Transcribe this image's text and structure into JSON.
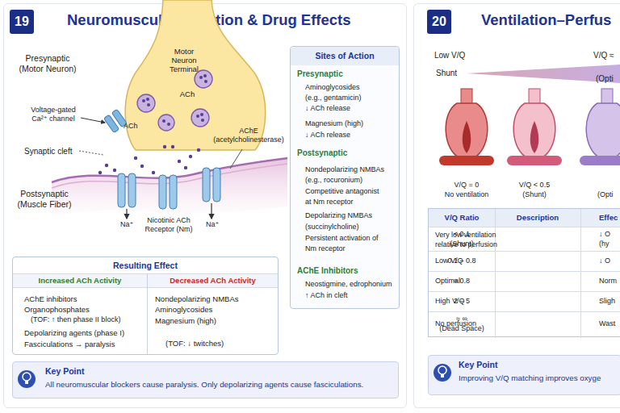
{
  "diagram": {
    "nodes": [
      {
        "text": [
          "Neuromuscular Junction & Drug Effects"
        ]
      },
      {
        "text": [
          "19"
        ],
        "in": 0
      },
      {
        "text": [
          "Motor Neuron Terminal",
          "ACh"
        ],
        "in": 0
      },
      {
        "text": [
          "Sites of Action",
          "Presynaptic",
          "Aminoglycosides",
          "(e.g., gentamicin)",
          "↓ ACh release",
          "Magnesium (high)",
          "↓ ACh release",
          "Postsynaptic",
          "Nondepolarizing NMBAs",
          "(e.g., rocuronium)",
          "Competitive antagonist at Nm receptor",
          "Depolarizing NMBAs",
          "(succinylcholine)",
          "Persistent activation of Nm receptor",
          "AChE Inhibitors",
          "Neostigmine, edrophonium",
          "↑ ACh in cleft"
        ],
        "in": 0
      },
      {
        "text": [
          "Resulting Effect",
          "Increased ACh Activity",
          "Decreased ACh Activity",
          "AChE inhibitors",
          "Organophosphates",
          "(TOF: ↑ then phase II block)",
          "Depolarizing agents (phase I)",
          "Fasciculations → paralysis",
          "Nondepolarizing NMBAs",
          "Aminoglycosides",
          "Magnesium (high)",
          "(TOF: ↓ twitches)"
        ],
        "in": 0
      },
      {
        "text": [
          "Key Point",
          "All neuromuscular blockers cause paralysis. Only depolarizing agents cause fasciculations."
        ],
        "in": 0
      },
      {
        "text": [
          "Ventilation–Perfus"
        ]
      },
      {
        "text": [
          "20"
        ],
        "in": 6
      },
      {
        "text": [
          "V/Q Ratio",
          "Description",
          "Effec",
          "< 0.1",
          "(Shunt)",
          "Very low ventilation relative to perfusion",
          "↓ O",
          "(hy",
          "0.1 – 0.8",
          "Low V/Q",
          "↓ O",
          "≈ 0.8",
          "Optimal",
          "Norm",
          "2 – 5",
          "High V/Q",
          "Sligh",
          "≈ ∞",
          "(Dead Space)",
          "No perfusion",
          "Wast"
        ],
        "in": 6
      },
      {
        "text": [
          "Key Point",
          "Improving V/Q matching improves oxyge"
        ],
        "in": 6
      }
    ],
    "labels": [
      "Presynaptic (Motor Neuron)",
      "ACh",
      "Voltage-gated Ca²⁺ channel",
      "Synaptic cleft",
      "AChE (acetylcholinesterase)",
      "Postsynaptic (Muscle Fiber)",
      "Na⁺",
      "Nicotinic ACh Receptor (Nm)",
      "Na⁺",
      "Low V/Q",
      "V/Q ≈",
      "Shunt",
      "(Opti",
      "V/Q = 0",
      "V/Q < 0.5",
      "No ventilation",
      "(Shunt)",
      "(Opti"
    ]
  }
}
